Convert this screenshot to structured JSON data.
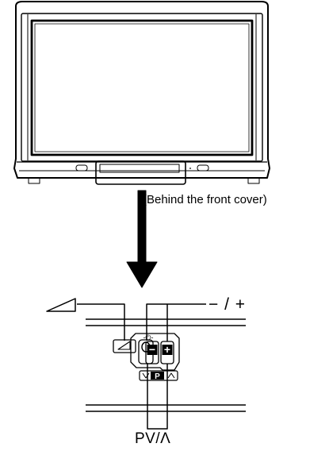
{
  "labels": {
    "cover": "(Behind the front cover)",
    "minus_plus": "− / +",
    "program": "PV/Λ",
    "power_mark": "-⏻-",
    "program_letter": "P",
    "minus_key": "−",
    "plus_key": "+"
  },
  "icons": {
    "volume": "volume-wedge-icon",
    "power": "power-icon",
    "arrow": "arrow-down-icon"
  },
  "colors": {
    "line": "#000000",
    "screen": "#ffffff",
    "background": "#ffffff"
  }
}
